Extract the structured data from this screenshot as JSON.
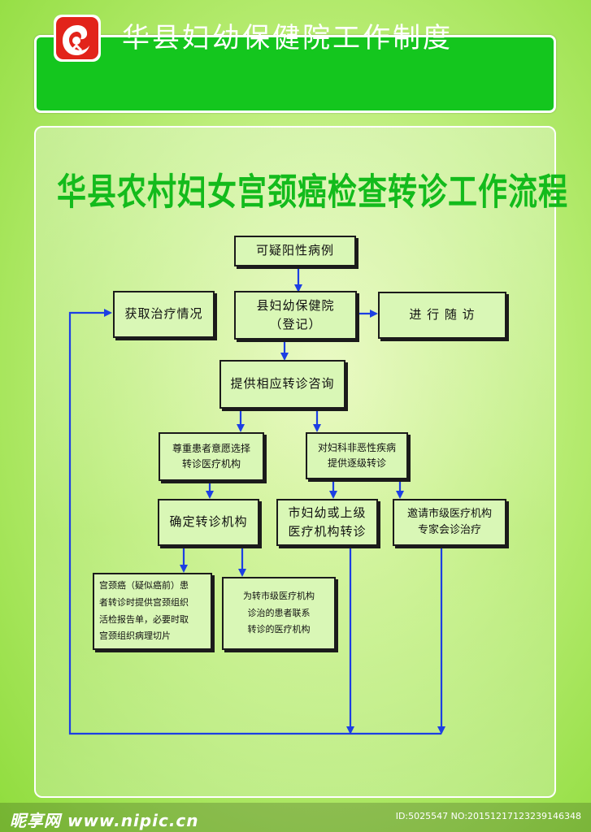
{
  "header": {
    "title": "华县妇幼保健院工作制度"
  },
  "colors": {
    "header_green": "#14c61e",
    "title_green": "#13bb1c",
    "logo_red": "#e2231a",
    "arrow_blue": "#1c3fe3"
  },
  "flow": {
    "title": "华县农村妇女宫颈癌检查转诊工作流程",
    "nodes": {
      "suspect": "可疑阳性病例",
      "treatment": "获取治疗情况",
      "county": "县妇幼保健院\n（登记）",
      "followup": "进 行 随 访",
      "consult": "提供相应转诊咨询",
      "respect": "尊重患者意愿选择\n转诊医疗机构",
      "gyn": "对妇科非恶性疾病\n提供逐级转诊",
      "confirm": "确定转诊机构",
      "city": "市妇幼或上级\n医疗机构转诊",
      "invite": "邀请市级医疗机构\n专家会诊治疗",
      "biopsy": "宫颈癌（疑似癌前）患\n者转诊时提供宫颈组织\n活检报告单，必要时取\n宫颈组织病理切片",
      "contact": "为转市级医疗机构\n诊治的患者联系\n转诊的医疗机构"
    }
  },
  "watermark": {
    "site": "昵享网 www.nipic.cn",
    "id": "ID:5025547 NO:20151217123239146348"
  }
}
